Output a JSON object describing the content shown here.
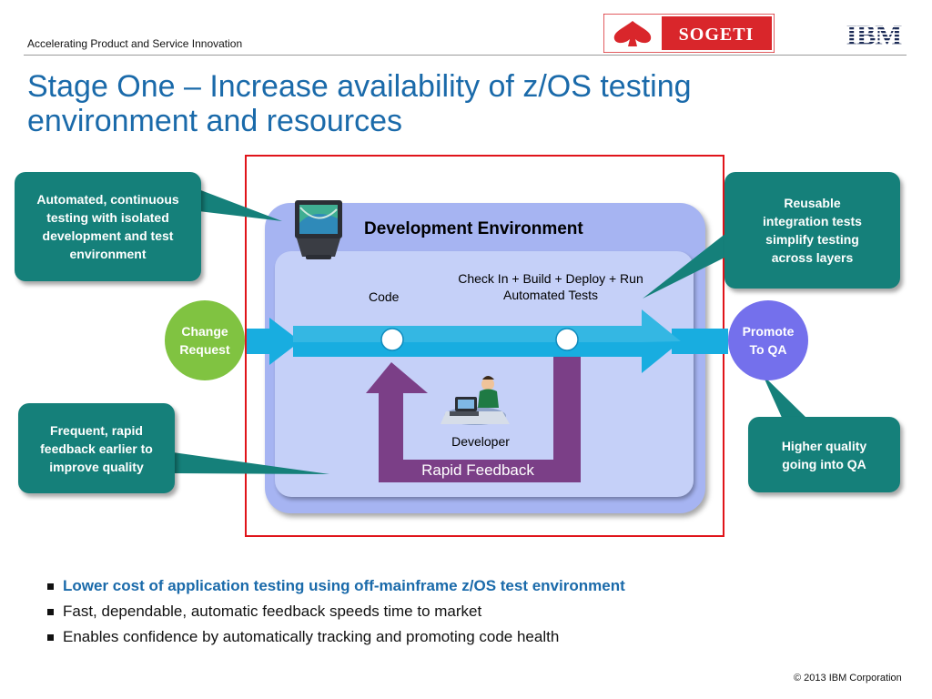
{
  "header": {
    "tagline": "Accelerating Product and Service Innovation",
    "sogeti_logo_text": "SOGETI",
    "ibm_logo_text": "IBM"
  },
  "title": "Stage One – Increase availability of z/OS testing environment and resources",
  "diagram": {
    "environment_title": "Development Environment",
    "code_label": "Code",
    "pipeline_label": "Check In + Build + Deploy + Run Automated Tests",
    "developer_label": "Developer",
    "feedback_label": "Rapid Feedback",
    "change_request": "Change Request",
    "promote_qa": "Promote To QA",
    "callouts": {
      "automated": "Automated, continuous testing with isolated development and test environment",
      "reusable": "Reusable integration tests simplify testing across layers",
      "frequent": "Frequent, rapid feedback earlier to improve quality",
      "higher": "Higher quality going into QA"
    },
    "colors": {
      "teal": "#15807a",
      "arrow_cyan": "#18ade0",
      "feedback_purple": "#7b3f87",
      "change_green": "#80c341",
      "promote_violet": "#7470ec",
      "frame_red": "#e0141a"
    },
    "icons": [
      "monitor-icon",
      "developer-at-desk-icon"
    ]
  },
  "bullets": [
    "Lower cost of application testing using off-mainframe z/OS test environment",
    "Fast, dependable, automatic feedback speeds time to market",
    "Enables confidence by automatically tracking and promoting code health"
  ],
  "footer": {
    "copyright": "© 2013 IBM Corporation"
  }
}
